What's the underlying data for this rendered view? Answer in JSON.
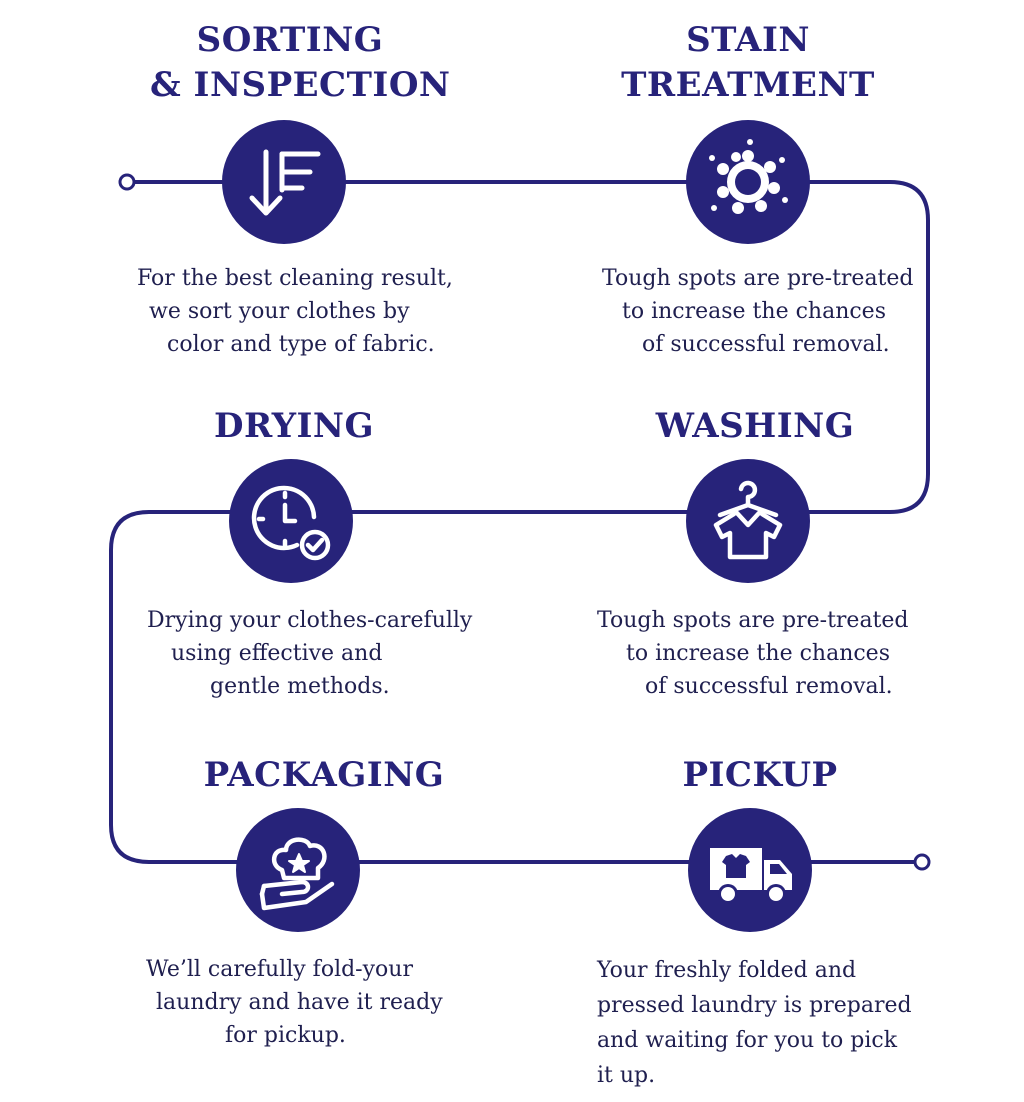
{
  "colors": {
    "primary": "#27237a",
    "text": "#1f1f4f",
    "background": "#ffffff"
  },
  "steps": [
    {
      "id": "sorting",
      "title": [
        "SORTING",
        "& INSPECTION"
      ],
      "icon": "sort-down-icon",
      "description": [
        "For the best cleaning result,",
        "we sort your clothes by",
        "color and type of fabric."
      ]
    },
    {
      "id": "stain",
      "title": [
        "STAIN",
        "TREATMENT"
      ],
      "icon": "stain-splash-icon",
      "description": [
        "Tough spots are pre-treated",
        "to increase the chances",
        "of successful removal."
      ]
    },
    {
      "id": "drying",
      "title": [
        "DRYING"
      ],
      "icon": "clock-check-icon",
      "description": [
        "Drying your clothes-carefully",
        "using effective and",
        "gentle methods."
      ]
    },
    {
      "id": "washing",
      "title": [
        "WASHING"
      ],
      "icon": "hanger-shirt-icon",
      "description": [
        "Tough spots are pre-treated",
        "to increase the chances",
        "of successful removal."
      ]
    },
    {
      "id": "packaging",
      "title": [
        "PACKAGING"
      ],
      "icon": "folded-package-icon",
      "description": [
        "We’ll carefully fold-your",
        "laundry and have it ready",
        "for pickup."
      ]
    },
    {
      "id": "pickup",
      "title": [
        "PICKUP"
      ],
      "icon": "delivery-truck-icon",
      "description": [
        "Your freshly folded and",
        "pressed laundry is prepared",
        "and waiting for you to pick",
        "it up."
      ]
    }
  ]
}
